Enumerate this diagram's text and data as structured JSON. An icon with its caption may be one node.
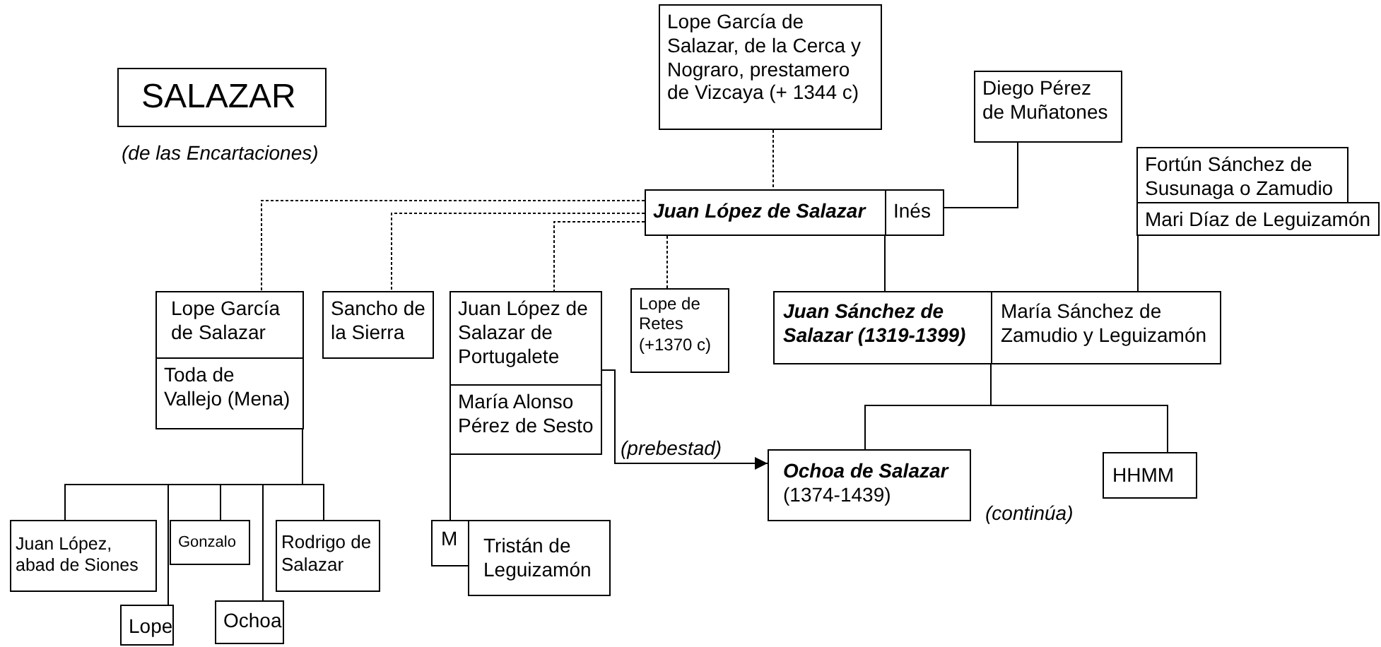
{
  "diagram": {
    "nodes": [
      {
        "text": [
          "SALAZAR"
        ],
        "beside": [
          "(de las Encartaciones)"
        ]
      },
      {
        "text": [
          "Lope García de Salazar, de la Cerca y Nograro, prestamero de Vizcaya (+ 1344 c)"
        ]
      },
      {
        "text": [
          "Diego Pérez de Muñatones"
        ]
      },
      {
        "text": [
          "Juan López de Salazar"
        ]
      },
      {
        "text": [
          "Inés"
        ]
      },
      {
        "text": [
          "Fortún Sánchez de Susunaga o Zamudio"
        ]
      },
      {
        "text": [
          "Mari Díaz de Leguizamón"
        ]
      },
      {
        "text": [
          "Lope García de Salazar"
        ]
      },
      {
        "text": [
          "Toda de Vallejo (Mena)"
        ]
      },
      {
        "text": [
          "Sancho de la Sierra"
        ]
      },
      {
        "text": [
          "Juan López de Salazar de Portugalete"
        ]
      },
      {
        "text": [
          "María Alonso Pérez de Sesto"
        ]
      },
      {
        "text": [
          "Lope de Retes (+1370 c)"
        ]
      },
      {
        "text": [
          "Juan Sánchez de Salazar (1319-1399)"
        ]
      },
      {
        "text": [
          "María Sánchez de Zamudio y Leguizamón"
        ]
      },
      {
        "text": [
          "Juan López, abad de Siones"
        ]
      },
      {
        "text": [
          "Lope"
        ]
      },
      {
        "text": [
          "Gonzalo"
        ]
      },
      {
        "text": [
          "Ochoa"
        ]
      },
      {
        "text": [
          "Rodrigo de Salazar"
        ]
      },
      {
        "text": [
          "M"
        ]
      },
      {
        "text": [
          "Tristán de Leguizamón"
        ]
      },
      {
        "text": [
          "Ochoa de Salazar",
          "(1374-1439)"
        ]
      },
      {
        "text": [
          "HHMM"
        ]
      }
    ],
    "edges": [
      {
        "from": 1,
        "to": 3,
        "arrow": "none",
        "style": "dashed"
      },
      {
        "from": 2,
        "to": 4,
        "arrow": "none"
      },
      {
        "from": 3,
        "to": 7,
        "arrow": "none",
        "style": "dashed"
      },
      {
        "from": 3,
        "to": 9,
        "arrow": "none",
        "style": "dashed"
      },
      {
        "from": 3,
        "to": 10,
        "arrow": "none",
        "style": "dashed"
      },
      {
        "from": 3,
        "to": 12,
        "arrow": "none",
        "style": "dashed"
      },
      {
        "from": 3,
        "to": 13,
        "arrow": "none"
      },
      {
        "from": 6,
        "to": 14,
        "arrow": "none"
      },
      {
        "from": 8,
        "to": 15,
        "arrow": "none"
      },
      {
        "from": 8,
        "to": 16,
        "arrow": "none"
      },
      {
        "from": 8,
        "to": 17,
        "arrow": "none"
      },
      {
        "from": 8,
        "to": 18,
        "arrow": "none"
      },
      {
        "from": 8,
        "to": 19,
        "arrow": "none"
      },
      {
        "from": 11,
        "to": 20,
        "arrow": "none"
      },
      {
        "from": 10,
        "to": 22,
        "arrow": "to",
        "label": "(prebestad)"
      },
      {
        "from": 13,
        "to": 22,
        "arrow": "none"
      },
      {
        "from": 13,
        "to": 23,
        "arrow": "none"
      }
    ],
    "labels": [
      "(continúa)"
    ]
  }
}
